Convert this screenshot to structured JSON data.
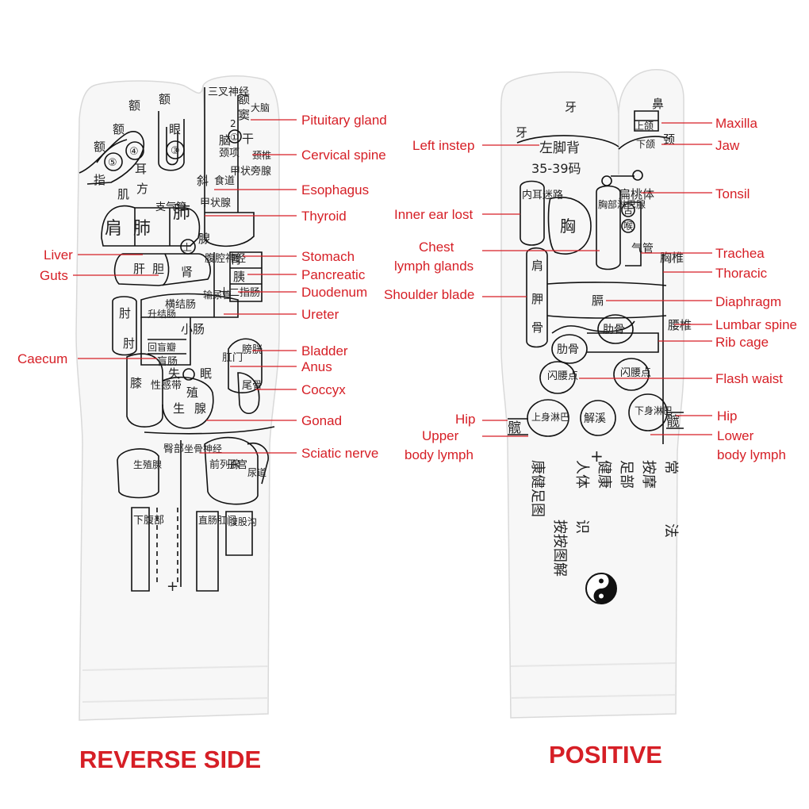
{
  "captions": {
    "reverse": "REVERSE SIDE",
    "positive": "POSITIVE"
  },
  "reverse_labels": {
    "right": [
      "Pituitary gland",
      "Cervical spine",
      "Esophagus",
      "Thyroid",
      "Stomach",
      "Pancreatic",
      "Duodenum",
      "Ureter",
      "Bladder",
      "Anus",
      "Coccyx",
      "Gonad",
      "Sciatic nerve"
    ],
    "left": [
      "Liver",
      "Guts",
      "Caecum"
    ]
  },
  "positive_labels": {
    "right": [
      "Maxilla",
      "Jaw",
      "Tonsil",
      "Trachea",
      "Thoracic",
      "Diaphragm",
      "Lumbar spine",
      "Rib cage",
      "Flash waist",
      "Hip",
      "Lower",
      "body lymph"
    ],
    "left": [
      "Left instep",
      "Inner ear lost",
      "Chest",
      "lymph glands",
      "Shoulder blade",
      "Hip",
      "Upper",
      "body lymph"
    ]
  },
  "reverse_zh": {
    "top": [
      "额",
      "额",
      "额",
      "额",
      "眼",
      "③",
      "④",
      "⑤",
      "耳",
      "指",
      "三叉神经",
      "额",
      "窦",
      "大脑",
      "①",
      "2",
      "干",
      "脑",
      "颈项",
      "颈椎",
      "斜",
      "方",
      "肌",
      "甲状旁腺",
      "食道",
      "甲状腺",
      "支气管",
      "肩",
      "肺",
      "肺",
      "上",
      "腺",
      "胃",
      "肝",
      "胆",
      "肾",
      "腹腔神经",
      "胰",
      "十二指肠",
      "输尿管",
      "横结肠",
      "升结肠",
      "回盲瓣",
      "小肠",
      "肘",
      "肘",
      "膀胱",
      "盲肠",
      "肛门",
      "尾骨",
      "膝",
      "性感带",
      "失",
      "眠",
      "生",
      "殖",
      "腺",
      "臀部",
      "坐骨神经",
      "前列腺",
      "子宫",
      "尿道",
      "生殖腺",
      "下腹部",
      "直肠肛门",
      "腹股沟",
      "+"
    ]
  },
  "positive_zh": {
    "text": [
      "牙",
      "牙",
      "左脚背",
      "35-39码",
      "鼻",
      "上颌",
      "下颌",
      "颈",
      "扁桃体",
      "内耳迷路",
      "胸",
      "胸部淋巴腺",
      "舌",
      "喉",
      "气管",
      "肩",
      "胸椎",
      "胛",
      "膈",
      "骨",
      "肋骨",
      "腰椎",
      "肋骨",
      "闪腰点",
      "闪腰点",
      "上身淋巴",
      "解溪",
      "下身淋巴",
      "髋",
      "髋",
      "+"
    ],
    "columns": [
      "康健足图",
      "按按图解",
      "人体",
      "健康",
      "足部",
      "按摩",
      "常",
      "识",
      "法"
    ]
  }
}
